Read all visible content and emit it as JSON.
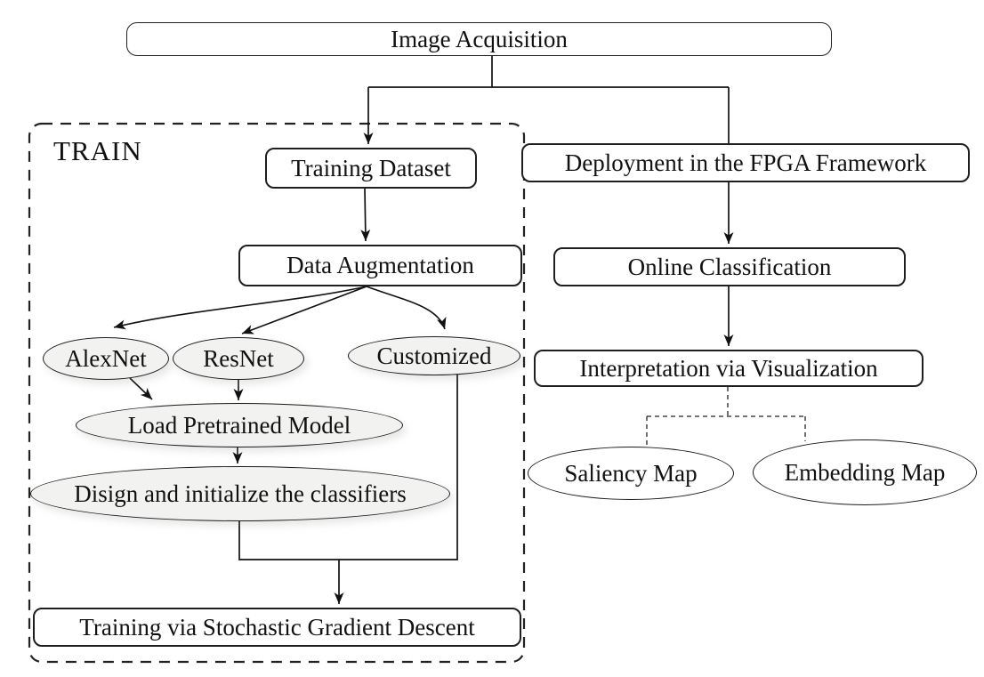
{
  "diagram": {
    "type": "flowchart",
    "group": {
      "label": "TRAIN",
      "style": "dashed-rounded-rect"
    },
    "colors": {
      "background": "#ffffff",
      "stroke": "#1c1c1c",
      "node_fill_train_ellipses": "#f2f2f0",
      "node_fill_boxes": "#ffffff",
      "text": "#111111"
    }
  },
  "nodes": {
    "image_acquisition": {
      "label": "Image Acquisition",
      "shape": "rounded-rect"
    },
    "training_dataset": {
      "label": "Training Dataset",
      "shape": "rounded-rect"
    },
    "data_augmentation": {
      "label": "Data Augmentation",
      "shape": "rounded-rect"
    },
    "alexnet": {
      "label": "AlexNet",
      "shape": "ellipse"
    },
    "resnet": {
      "label": "ResNet",
      "shape": "ellipse"
    },
    "customized": {
      "label": "Customized",
      "shape": "ellipse"
    },
    "load_pretrained": {
      "label": "Load Pretrained Model",
      "shape": "ellipse"
    },
    "design_classifiers": {
      "label": "Disign and initialize the classifiers",
      "shape": "ellipse"
    },
    "sgd_training": {
      "label": "Training via Stochastic Gradient Descent",
      "shape": "rounded-rect"
    },
    "deployment": {
      "label": "Deployment in the FPGA Framework",
      "shape": "rounded-rect"
    },
    "online_classification": {
      "label": "Online Classification",
      "shape": "rounded-rect"
    },
    "interpretation": {
      "label": "Interpretation via Visualization",
      "shape": "rounded-rect"
    },
    "saliency_map": {
      "label": "Saliency Map",
      "shape": "ellipse"
    },
    "embedding_map": {
      "label": "Embedding Map",
      "shape": "ellipse"
    }
  },
  "edges": [
    {
      "from": "image_acquisition",
      "to": "training_dataset",
      "style": "solid",
      "arrow": true
    },
    {
      "from": "image_acquisition",
      "to": "deployment",
      "style": "solid",
      "arrow": false
    },
    {
      "from": "training_dataset",
      "to": "data_augmentation",
      "style": "solid",
      "arrow": true
    },
    {
      "from": "data_augmentation",
      "to": "alexnet",
      "style": "solid",
      "arrow": true
    },
    {
      "from": "data_augmentation",
      "to": "resnet",
      "style": "solid",
      "arrow": true
    },
    {
      "from": "data_augmentation",
      "to": "customized",
      "style": "solid",
      "arrow": true
    },
    {
      "from": "alexnet",
      "to": "load_pretrained",
      "style": "solid",
      "arrow": true
    },
    {
      "from": "resnet",
      "to": "load_pretrained",
      "style": "solid",
      "arrow": true
    },
    {
      "from": "load_pretrained",
      "to": "design_classifiers",
      "style": "solid",
      "arrow": true
    },
    {
      "from": "design_classifiers",
      "to": "sgd_training",
      "style": "solid",
      "arrow": true
    },
    {
      "from": "customized",
      "to": "sgd_training",
      "style": "solid",
      "arrow": true
    },
    {
      "from": "deployment",
      "to": "online_classification",
      "style": "solid",
      "arrow": true
    },
    {
      "from": "online_classification",
      "to": "interpretation",
      "style": "solid",
      "arrow": true
    },
    {
      "from": "interpretation",
      "to": "saliency_map",
      "style": "dashed",
      "arrow": false
    },
    {
      "from": "interpretation",
      "to": "embedding_map",
      "style": "dashed",
      "arrow": false
    }
  ]
}
